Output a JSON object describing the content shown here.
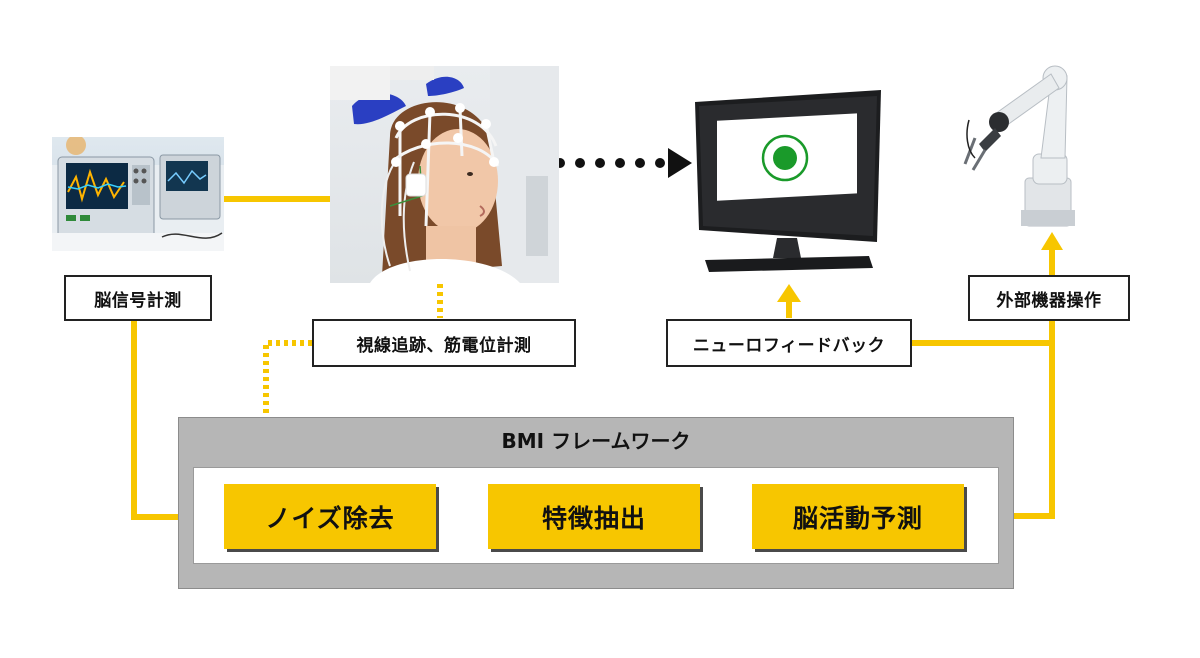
{
  "labels": {
    "brain_signal": "脳信号計測",
    "eye_emg": "視線追跡、筋電位計測",
    "neurofeedback": "ニューロフィードバック",
    "external_device": "外部機器操作"
  },
  "framework": {
    "title": "BMI フレームワーク",
    "steps": [
      "ノイズ除去",
      "特徴抽出",
      "脳活動予測"
    ]
  },
  "colors": {
    "flow_yellow": "#f7c600",
    "frame_gray": "#b6b6b6",
    "target_green": "#1a9a2a"
  },
  "icons": {
    "oscilloscope": "oscilloscope-photo",
    "eeg_cap": "eeg-cap-photo",
    "monitor": "monitor-icon",
    "robot_arm": "robot-arm-icon"
  }
}
